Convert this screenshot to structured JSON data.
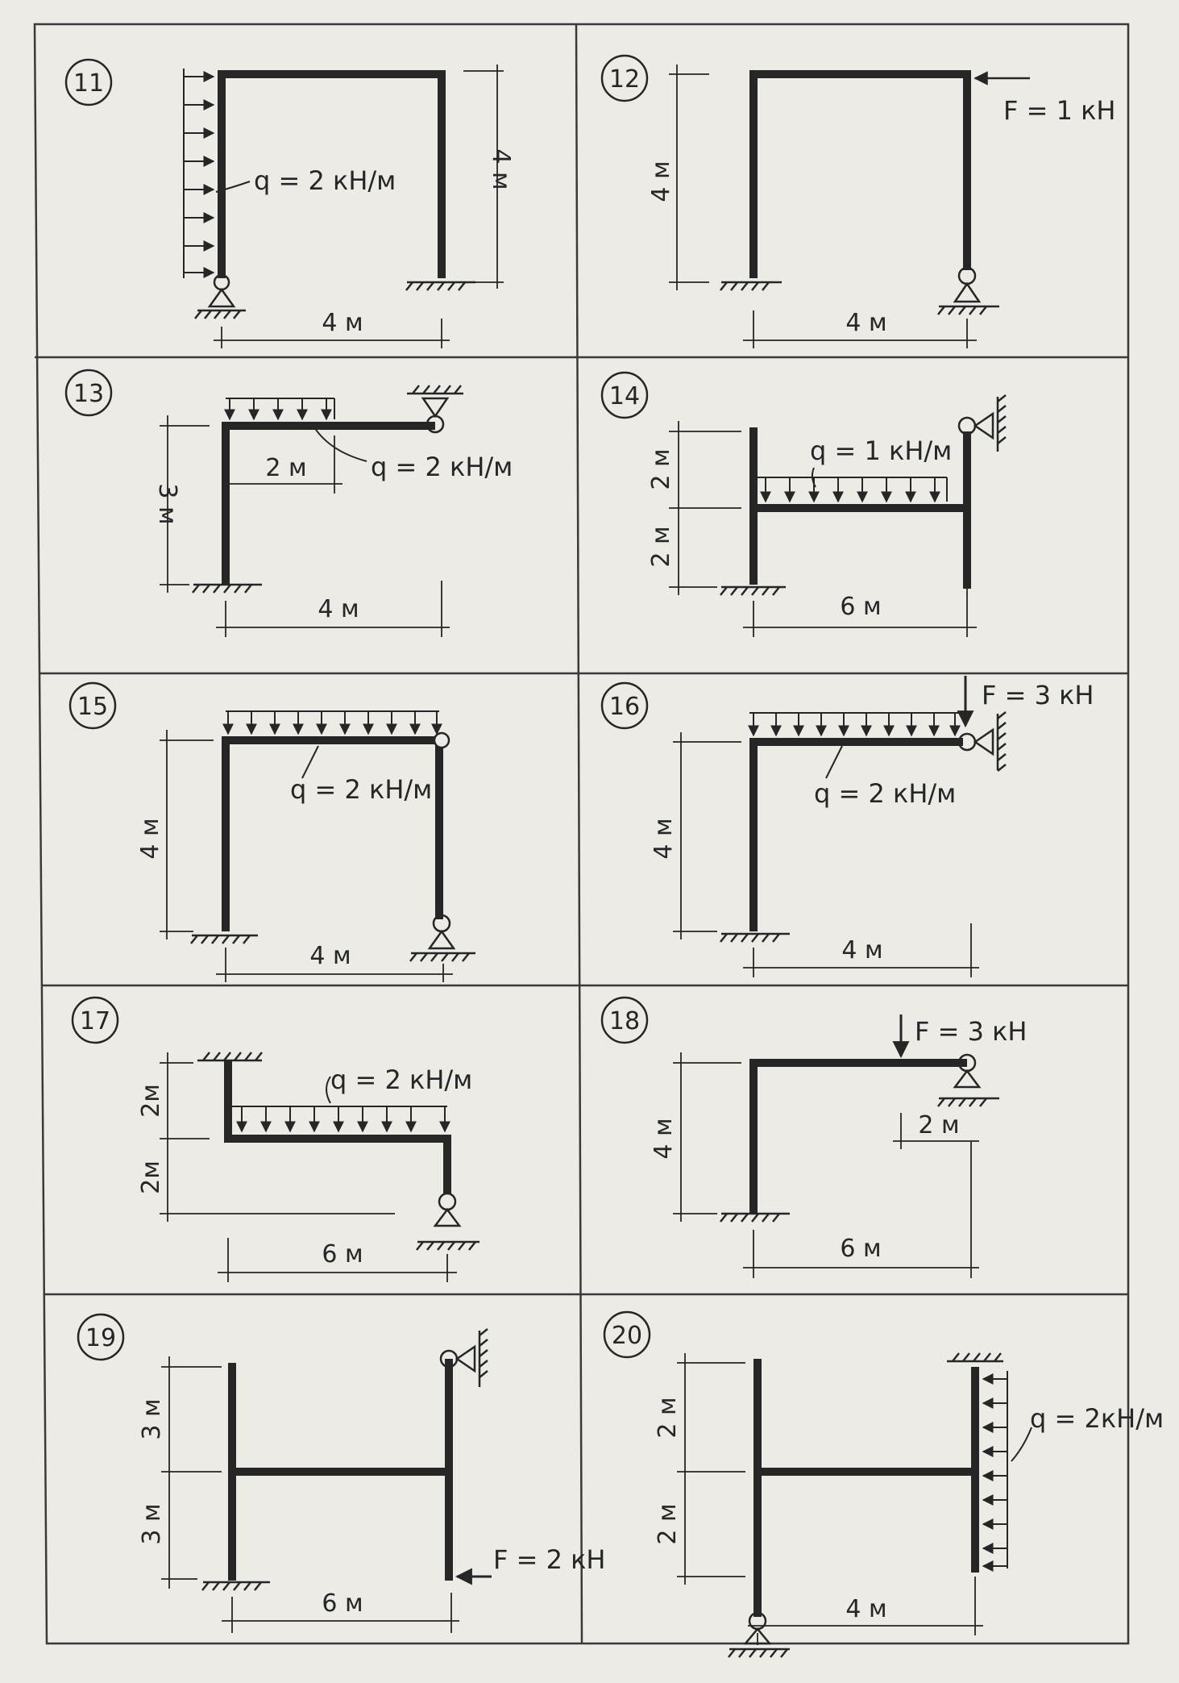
{
  "title": "",
  "panels": [
    {
      "number": "11",
      "dims": [
        "4 м",
        "4 м"
      ],
      "loads": [
        "q = 2 кН/м"
      ]
    },
    {
      "number": "12",
      "dims": [
        "4 м",
        "4 м"
      ],
      "loads": [
        "F = 1 кН"
      ]
    },
    {
      "number": "13",
      "dims": [
        "2 м",
        "3 м",
        "4 м"
      ],
      "loads": [
        "q = 2 кН/м"
      ]
    },
    {
      "number": "14",
      "dims": [
        "2 м",
        "2 м",
        "6 м"
      ],
      "loads": [
        "q = 1 кН/м"
      ]
    },
    {
      "number": "15",
      "dims": [
        "4 м",
        "4 м"
      ],
      "loads": [
        "q = 2 кН/м"
      ]
    },
    {
      "number": "16",
      "dims": [
        "4 м",
        "4 м"
      ],
      "loads": [
        "F = 3 кН",
        "q = 2 кН/м"
      ]
    },
    {
      "number": "17",
      "dims": [
        "2м",
        "2м",
        "6 м"
      ],
      "loads": [
        "q = 2 кН/м"
      ]
    },
    {
      "number": "18",
      "dims": [
        "4 м",
        "2 м",
        "6 м"
      ],
      "loads": [
        "F = 3 кН"
      ]
    },
    {
      "number": "19",
      "dims": [
        "3 м",
        "3 м",
        "6 м"
      ],
      "loads": [
        "F = 2 кН"
      ]
    },
    {
      "number": "20",
      "dims": [
        "2 м",
        "2 м",
        "4 м"
      ],
      "loads": [
        "q = 2кН/м"
      ]
    }
  ],
  "colors": {
    "paper": "#ecebe6",
    "ink": "#262626",
    "grid": "#3a3a3a"
  }
}
